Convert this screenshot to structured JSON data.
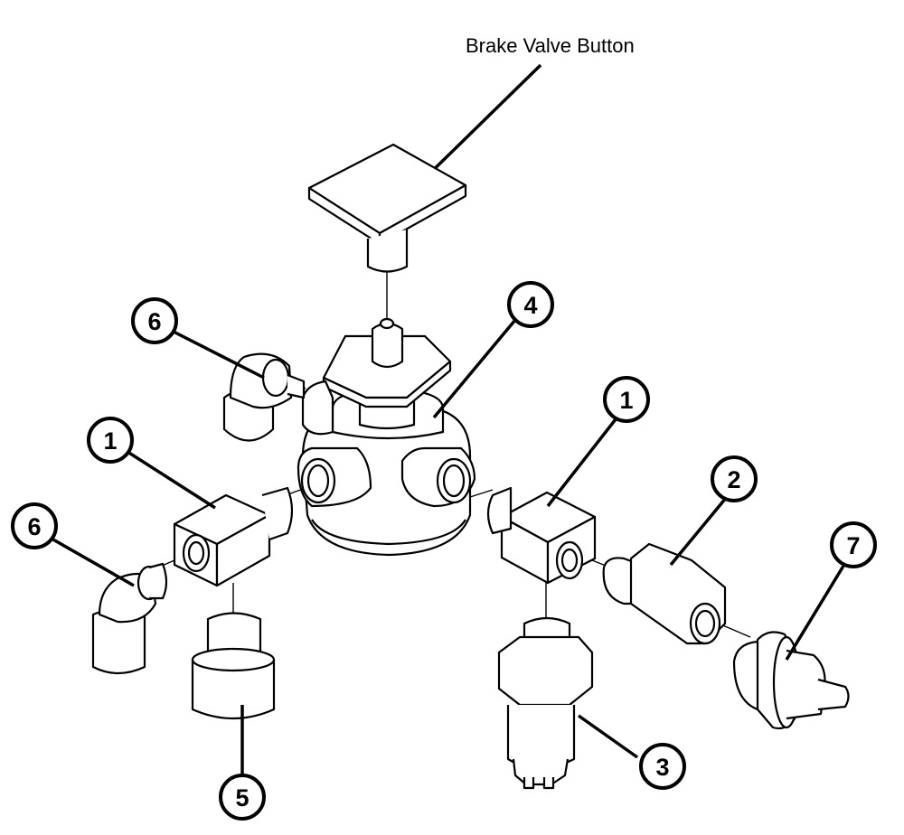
{
  "diagram": {
    "label_brake_valve_button": "Brake Valve Button",
    "callouts": {
      "c1_left": "1",
      "c1_right": "1",
      "c2": "2",
      "c3": "3",
      "c4": "4",
      "c5": "5",
      "c6_top": "6",
      "c6_left": "6",
      "c7": "7"
    }
  }
}
